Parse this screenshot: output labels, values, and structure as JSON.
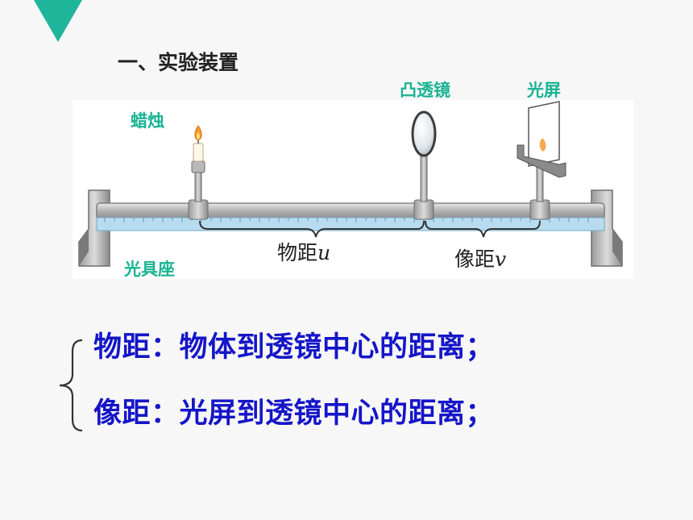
{
  "section_title": "一、实验装置",
  "labels": {
    "candle": "蜡烛",
    "lens": "凸透镜",
    "screen": "光屏",
    "bench": "光具座"
  },
  "distances": {
    "object_prefix": "物距",
    "object_var": "u",
    "image_prefix": "像距",
    "image_var": "v"
  },
  "definitions": [
    "物距：物体到透镜中心的距离；",
    "像距：光屏到透镜中心的距离；"
  ],
  "colors": {
    "accent": "#1fb59b",
    "label_teal": "#19b393",
    "definition_blue": "#1515c8",
    "rail_blue": "#b7dcf0"
  }
}
